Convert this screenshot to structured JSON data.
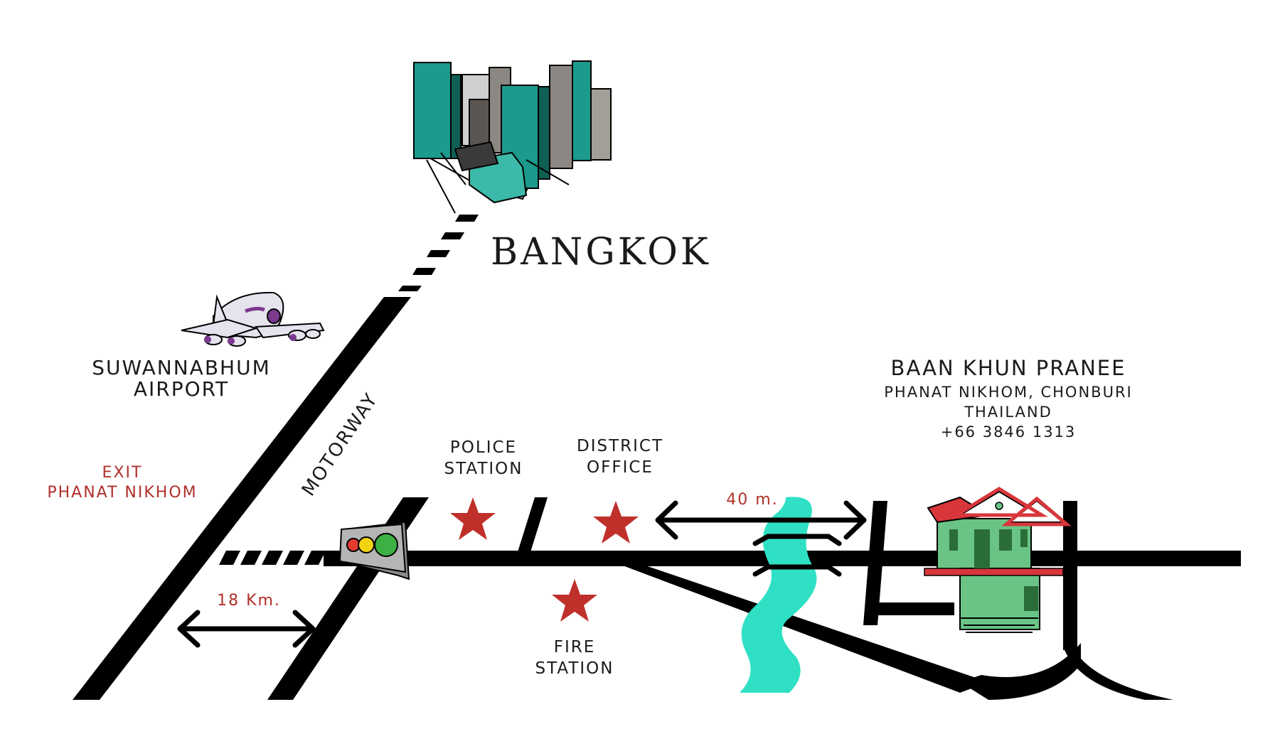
{
  "places": {
    "city": "BANGKOK",
    "airport_line1": "SUWANNABHUM",
    "airport_line2": "AIRPORT",
    "motorway": "MOTORWAY",
    "exit_line1": "EXIT",
    "exit_line2": "PHANAT NIKHOM",
    "police_line1": "POLICE",
    "police_line2": "STATION",
    "district_line1": "DISTRICT",
    "district_line2": "OFFICE",
    "fire_line1": "FIRE",
    "fire_line2": "STATION"
  },
  "distances": {
    "motorway_exit": "18 Km.",
    "to_hotel": "40 m."
  },
  "hotel": {
    "name": "BAAN KHUN PRANEE",
    "address_line1": "PHANAT NIKHOM, CHONBURI",
    "address_line2": "THAILAND",
    "phone": "+66 3846 1313"
  },
  "colors": {
    "road": "#000000",
    "star": "#c0302b",
    "river": "#2fe0c4",
    "building_teal": "#1c9a8c",
    "house_green": "#69c485",
    "roof_red": "#d8363b",
    "traffic_light_red": "#e23a2f",
    "traffic_light_yellow": "#f2d313",
    "traffic_light_green": "#3cb043"
  },
  "icons": [
    "city-skyline-icon",
    "airplane-icon",
    "traffic-light-icon",
    "house-icon",
    "star-icon",
    "double-arrow-icon"
  ]
}
